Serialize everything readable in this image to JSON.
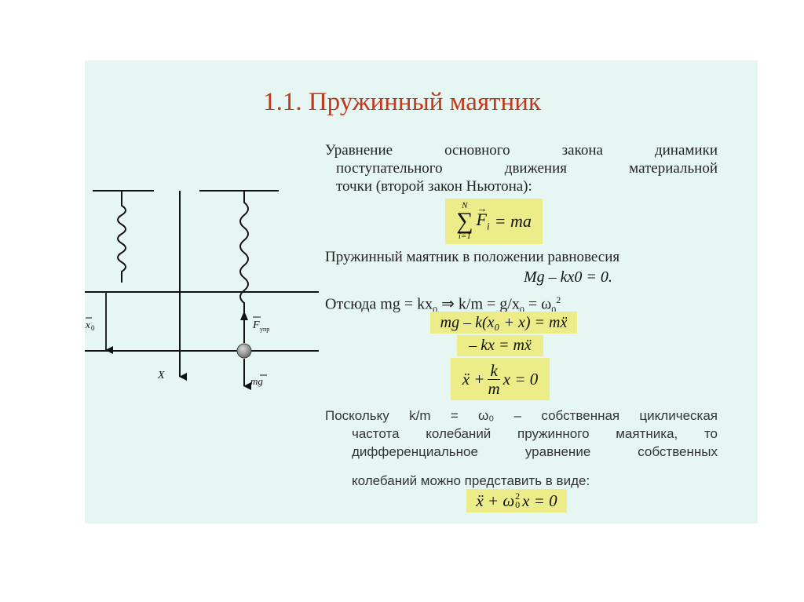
{
  "slide": {
    "title": "1.1. Пружинный маятник",
    "paragraph1": {
      "line1": "Уравнение основного закона динамики",
      "line2": "поступательного движения материальной",
      "line3": "точки (второй закон Ньютона):"
    },
    "formula1": {
      "sum_upper": "N",
      "sum_lower": "i=1",
      "lhs": "F",
      "lhs_sub": "i",
      "rhs": "= ma"
    },
    "paragraph2": "Пружинный маятник в положении равновесия",
    "equilibrium": "Mg – kx0 = 0.",
    "paragraph3": {
      "prefix": "Отсюда mg = kx",
      "sub0": "0",
      "arrow": "⇒",
      "middle": "k/m = g/x",
      "sub1": "0",
      "eq": "= ω",
      "sub2": "0",
      "sup": "2"
    },
    "formula2": "mg – k(x₀ + x) = mẍ",
    "formula3": "– kx = mẍ",
    "formula4": {
      "left": "ẍ +",
      "num": "k",
      "den": "m",
      "right": "x = 0"
    },
    "paragraph4": {
      "line1": "Поскольку k/m = ω₀ – собственная циклическая",
      "line2": "частота колебаний пружинного маятника, то",
      "line3": "дифференциальное уравнение собственных",
      "line4": "колебаний можно представить в виде:"
    },
    "formula5": {
      "left": "ẍ + ω",
      "sup": "2",
      "sub": "0",
      "right": "x = 0"
    }
  },
  "diagram": {
    "x0_label": "x",
    "x0_sub": "0",
    "axis_label": "X",
    "force_label": "F",
    "force_sub": "упр",
    "gravity_label": "mg"
  },
  "colors": {
    "title": "#c0391b",
    "slide_bg": "#e6f6f2",
    "formula_bg": "#ecec88",
    "mass": "#8a8a8a"
  }
}
